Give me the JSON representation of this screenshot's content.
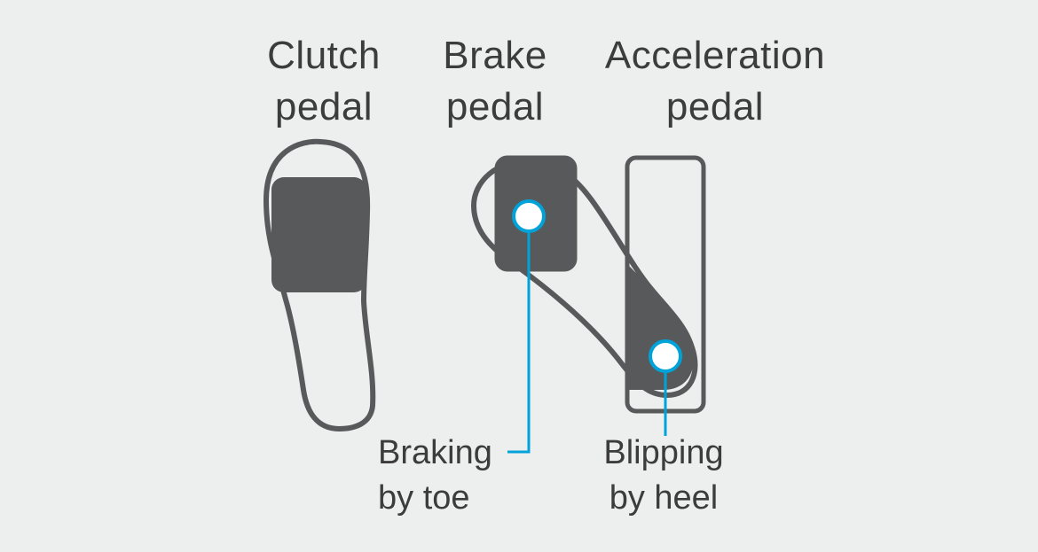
{
  "pedals": {
    "clutch": {
      "line1": "Clutch",
      "line2": "pedal"
    },
    "brake": {
      "line1": "Brake",
      "line2": "pedal"
    },
    "acceleration": {
      "line1": "Acceleration",
      "line2": "pedal"
    }
  },
  "callouts": {
    "toe": {
      "line1": "Braking",
      "line2": "by toe"
    },
    "heel": {
      "line1": "Blipping",
      "line2": "by heel"
    }
  },
  "colors": {
    "background": "#edeeee",
    "outline": "#58595b",
    "fill": "#58595b",
    "accent": "#00a3d9"
  }
}
